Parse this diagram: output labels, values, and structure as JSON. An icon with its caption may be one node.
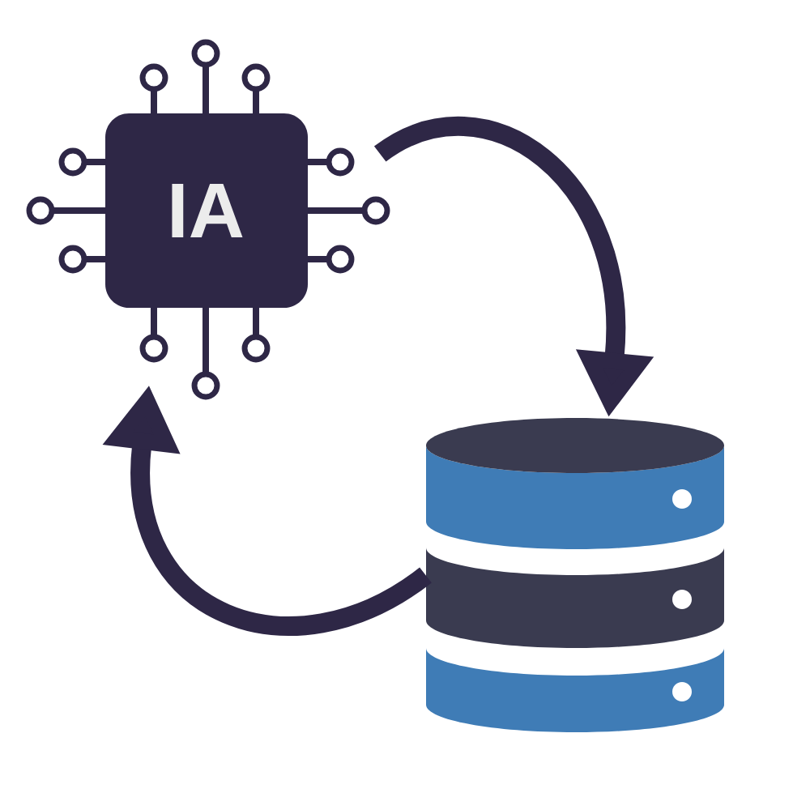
{
  "diagram": {
    "nodes": [
      {
        "text": [
          "IA"
        ]
      },
      {
        "text": [],
        "shape": "cylinder"
      }
    ],
    "edges": [
      {
        "from": 0,
        "to": 1,
        "arrow": "to"
      },
      {
        "from": 1,
        "to": 0,
        "arrow": "to"
      }
    ]
  }
}
